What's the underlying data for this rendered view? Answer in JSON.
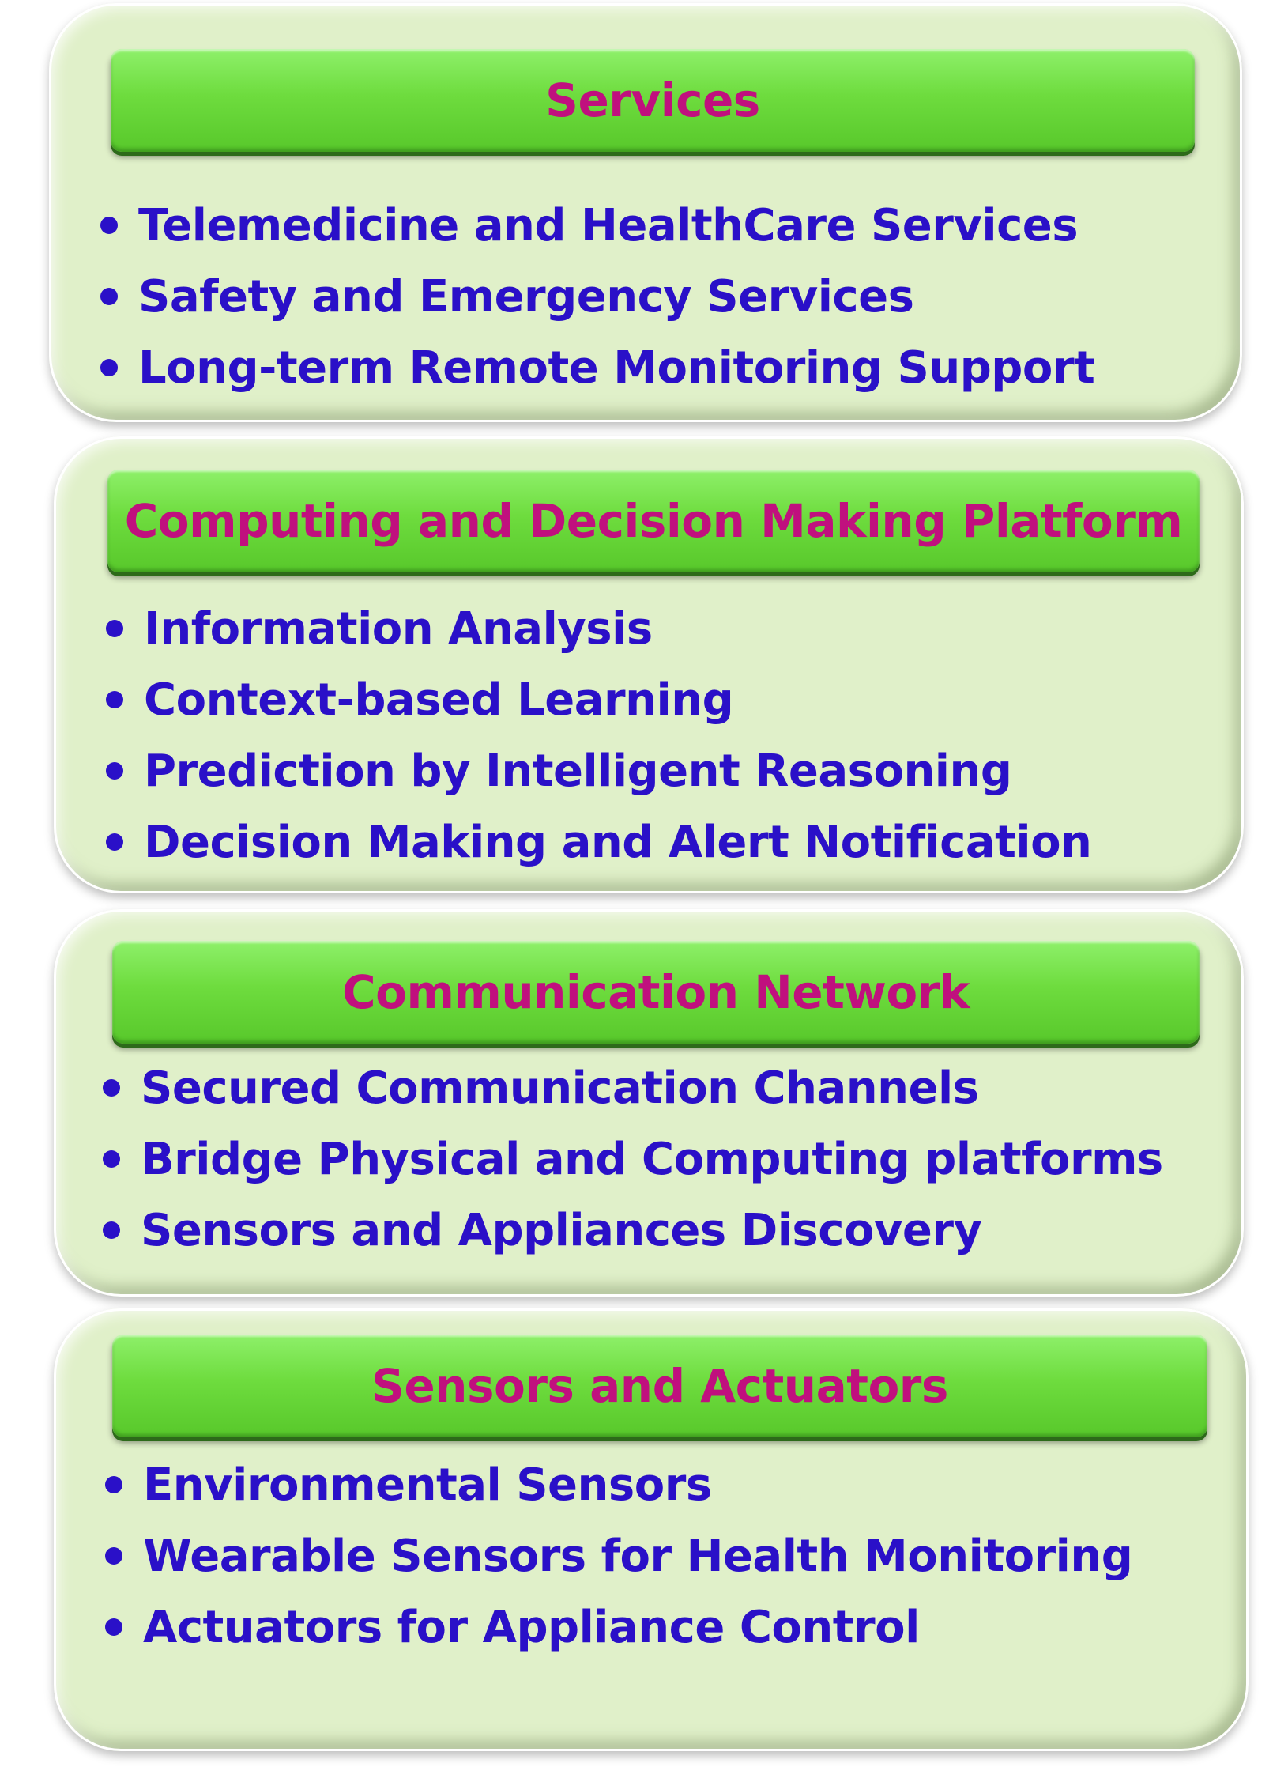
{
  "layers": [
    {
      "title": "Services",
      "items": [
        "Telemedicine and HealthCare Services",
        "Safety and Emergency Services",
        "Long-term Remote Monitoring Support"
      ]
    },
    {
      "title": "Computing and Decision Making Platform",
      "items": [
        "Information Analysis",
        "Context-based Learning",
        "Prediction by Intelligent Reasoning",
        "Decision Making and Alert Notification"
      ]
    },
    {
      "title": "Communication Network",
      "items": [
        "Secured Communication Channels",
        "Bridge Physical and Computing platforms",
        "Sensors and Appliances Discovery"
      ]
    },
    {
      "title": "Sensors and Actuators",
      "items": [
        "Environmental Sensors",
        "Wearable Sensors for Health Monitoring",
        "Actuators for Appliance Control"
      ]
    }
  ],
  "colors": {
    "panel_fill": "#e0f0c9",
    "header_fill": "#6edc3e",
    "header_text": "#c0107e",
    "item_text": "#2a10c8"
  }
}
